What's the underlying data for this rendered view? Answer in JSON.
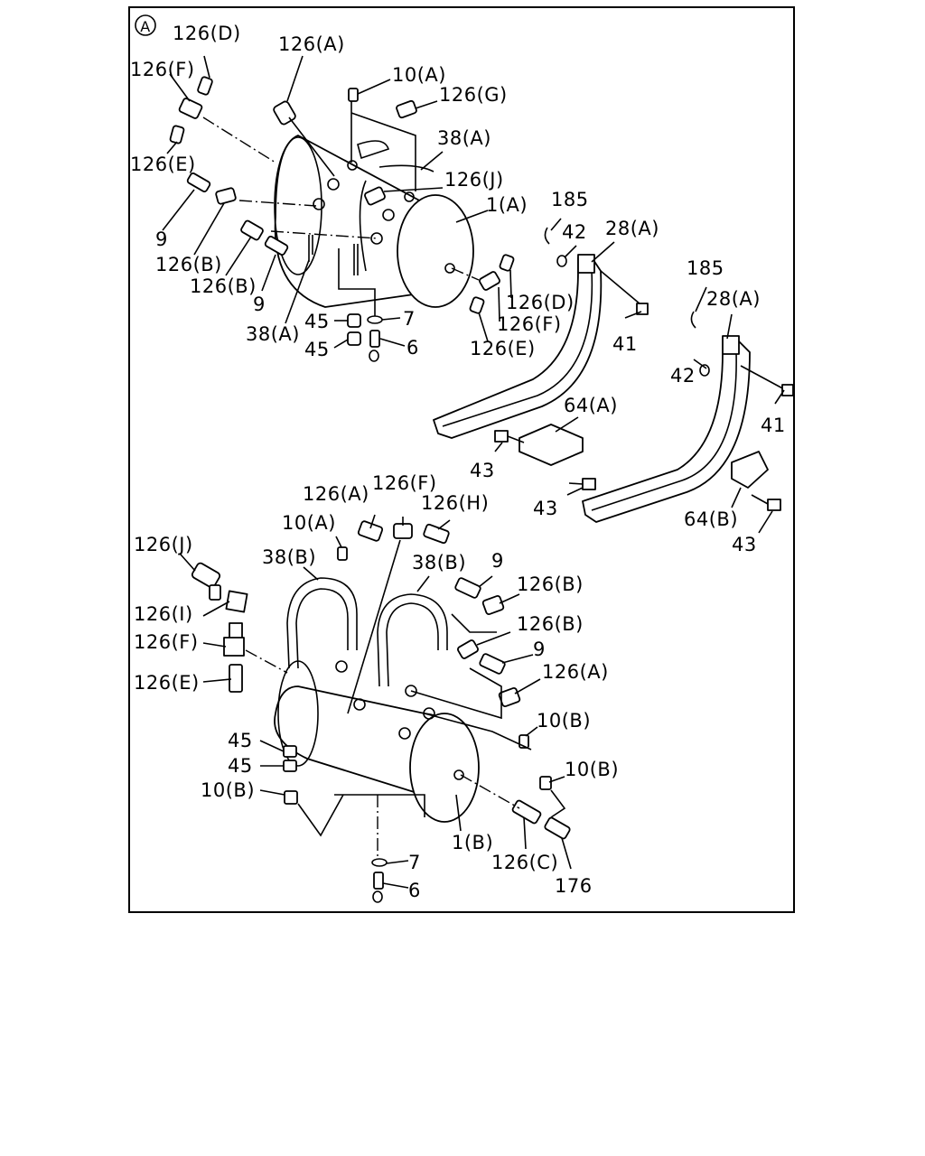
{
  "section_marker": "A",
  "labels": {
    "l126D_a": "126(D)",
    "l126F_a": "126(F)",
    "l126E_a": "126(E)",
    "l126A_a": "126(A)",
    "l10A_a": "10(A)",
    "l126G": "126(G)",
    "l38A_a": "38(A)",
    "l126J_a": "126(J)",
    "l1A": "1(A)",
    "l9_a": "9",
    "l126B_a": "126(B)",
    "l126B_b": "126(B)",
    "l9_b": "9",
    "l38A_b": "38(A)",
    "l45_a": "45",
    "l45_b": "45",
    "l7_a": "7",
    "l6_a": "6",
    "l126D_b": "126(D)",
    "l126F_b": "126(F)",
    "l126E_b": "126(E)",
    "l185_a": "185",
    "l42_a": "42",
    "l28A_a": "28(A)",
    "l41_a": "41",
    "l185_b": "185",
    "l28A_b": "28(A)",
    "l42_b": "42",
    "l41_b": "41",
    "l64A": "64(A)",
    "l43_a": "43",
    "l43_b": "43",
    "l64B": "64(B)",
    "l43_c": "43",
    "l126A_b": "126(A)",
    "l126F_c": "126(F)",
    "l126H": "126(H)",
    "l10A_b": "10(A)",
    "l126J_b": "126(J)",
    "l38B_a": "38(B)",
    "l38B_b": "38(B)",
    "l9_c": "9",
    "l126B_c": "126(B)",
    "l126I": "126(I)",
    "l126B_d": "126(B)",
    "l126F_d": "126(F)",
    "l9_d": "9",
    "l126E_c": "126(E)",
    "l126A_c": "126(A)",
    "l10B_a": "10(B)",
    "l45_c": "45",
    "l45_d": "45",
    "l10B_b": "10(B)",
    "l10B_c": "10(B)",
    "l1B": "1(B)",
    "l126C": "126(C)",
    "l176": "176",
    "l7_b": "7",
    "l6_b": "6"
  }
}
